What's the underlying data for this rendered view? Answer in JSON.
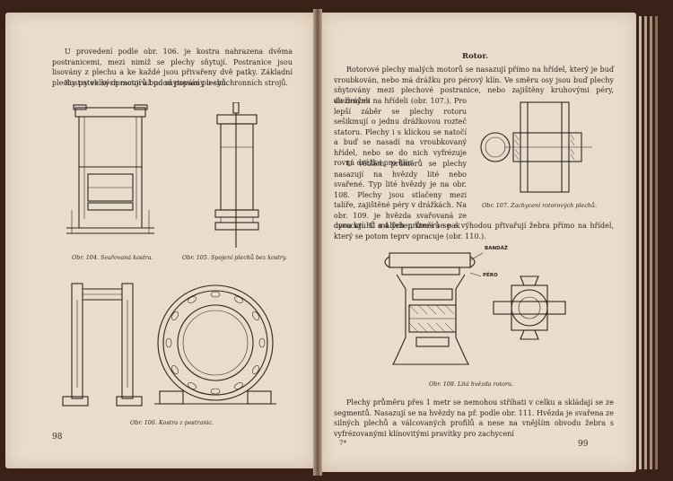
{
  "left_page": {
    "paragraphs": [
      "U provedení podle obr. 106. je kostra nahrazena dvěma postranicemi, mezi nimiž se plechy sňytují. Postranice jsou lisovány z plechu a ke každé jsou přivařeny dvě patky. Základní plechy patek se opracují až po sňytování plechů.",
      "Kostry velkých motorů budou popsány u synchronních strojů."
    ],
    "captions": {
      "fig104": "Obr. 104. Svařovaná kostra.",
      "fig105": "Obr. 105. Spojení plechů bez kostry.",
      "fig106": "Obr. 106. Kostra z postranic."
    },
    "page_number": "98"
  },
  "right_page": {
    "heading": "Rotor.",
    "paragraph1_full": "Rotorové plechy malých motorů se nasazují přímo na hřídel, který je buď vroubkován, nebo má drážku pro pérový klín. Ve směru osy jsou buď plechy sňytovány mezi plechové postranice, nebo zajištěny kruhovými péry, vloženými",
    "paragraph1_narrow": "do drážek na hřídeli (obr. 107.). Pro lepší záběr se plechy rotoru sešikmují o jednu drážkovou rozteč statoru. Plechy i s klíckou se natočí a buď se nasadí na vroubkovaný hřídel, nebo se do nich vyfrézuje rovná drážka pro klín.",
    "paragraph2": "U větších průměrů se plechy nasazují na hvězdy lité nebo svařené. Typ lité hvězdy je na obr. 108. Plechy jsou stlačeny mezi talíře, zajištěné péry v drážkách. Na obr. 109. je hvězda svařovaná ze dvou kruhů a 4 žeber, která se pak",
    "paragraph2_full": "opracují. U malých průměrů se s výhodou přivařují žebra přímo na hřídel, který se potom teprv opracuje (obr. 110.).",
    "paragraph3": "Plechy průměru přes 1 metr se nemohou stříhati v celku a skládají se ze segmentů. Nasazují se na hvězdy na př. podle obr. 111. Hvězda je svařena ze silných plechů a válcovaných profilů a nese na vnějším obvodu žebra s vyfrézovanými klínovitými pravítky pro zachycení",
    "captions": {
      "fig107": "Obr. 107. Zachycení rotorových plechů.",
      "fig108": "Obr. 108. Litá hvězda rotoru."
    },
    "labels": {
      "bandaz": "BANDÁŽ",
      "pero": "PÉRO"
    },
    "signature": "7*",
    "page_number": "99"
  }
}
